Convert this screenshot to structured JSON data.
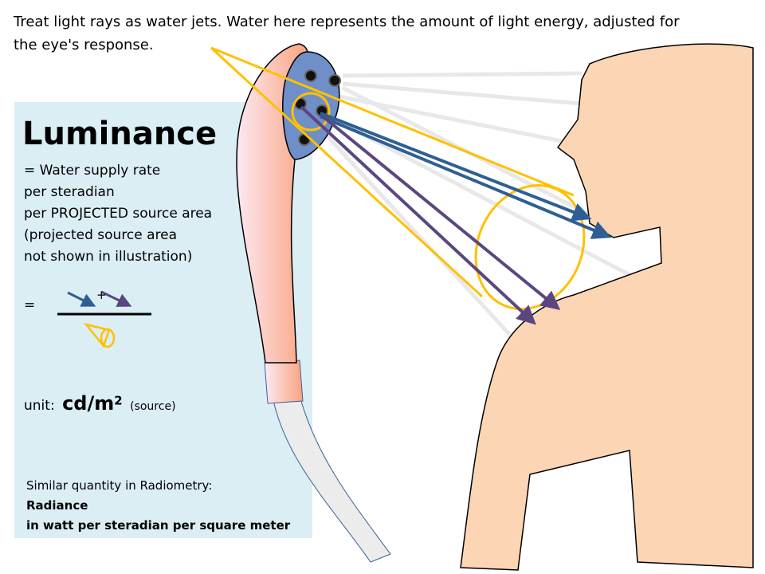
{
  "caption": {
    "line1": "Treat light rays as water jets. Water here represents the amount of light energy, adjusted for",
    "line2": "the eye's response."
  },
  "panel": {
    "title": "Luminance",
    "lines": [
      "= Water supply rate",
      "per steradian",
      "per PROJECTED source area",
      "(projected source area",
      "not shown in illustration)"
    ],
    "equals": "=",
    "plus": "+",
    "unit_label": "unit:",
    "unit": "cd/m",
    "unit_exp": "2",
    "unit_note": "(source)",
    "similar": "Similar quantity in Radiometry:",
    "radiometry_name": "Radiance",
    "radiometry_unit": "in watt per steradian per square meter"
  },
  "colors": {
    "panel": "#dbeef4",
    "blue": "#2e5f94",
    "purple": "#5c4680",
    "yellow": "#ffc000",
    "skin": "#fcd5b5"
  }
}
